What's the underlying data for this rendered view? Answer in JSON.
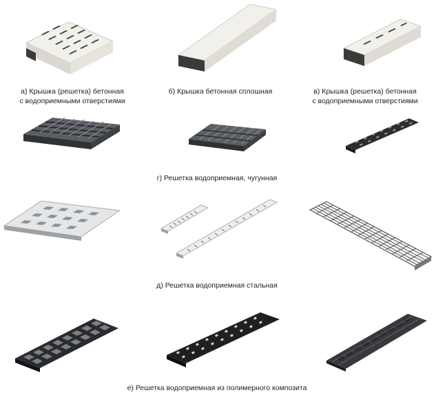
{
  "captions": {
    "a": {
      "line1": "а) Крышка (решетка) бетонная",
      "line2": "с водоприемными отверстиями"
    },
    "b": {
      "line1": "б) Крышка бетонная сплошная"
    },
    "v": {
      "line1": "в) Крышка (решетка) бетонная",
      "line2": "с водоприемными отверстиями"
    },
    "g": {
      "line1": "г) Решетка водоприемная, чугунная"
    },
    "d": {
      "line1": "д) Решетка водоприемная стальная"
    },
    "e": {
      "line1": "е) Решетка водоприемная из полимерного композита"
    }
  },
  "colors": {
    "concrete_light": "#f0efe9",
    "concrete_shade": "#d8d6ce",
    "dark_edge": "#3a3a3a",
    "cast_iron": "#4a4d52",
    "steel": "#e2e4e6",
    "composite": "#1c1c1e"
  }
}
